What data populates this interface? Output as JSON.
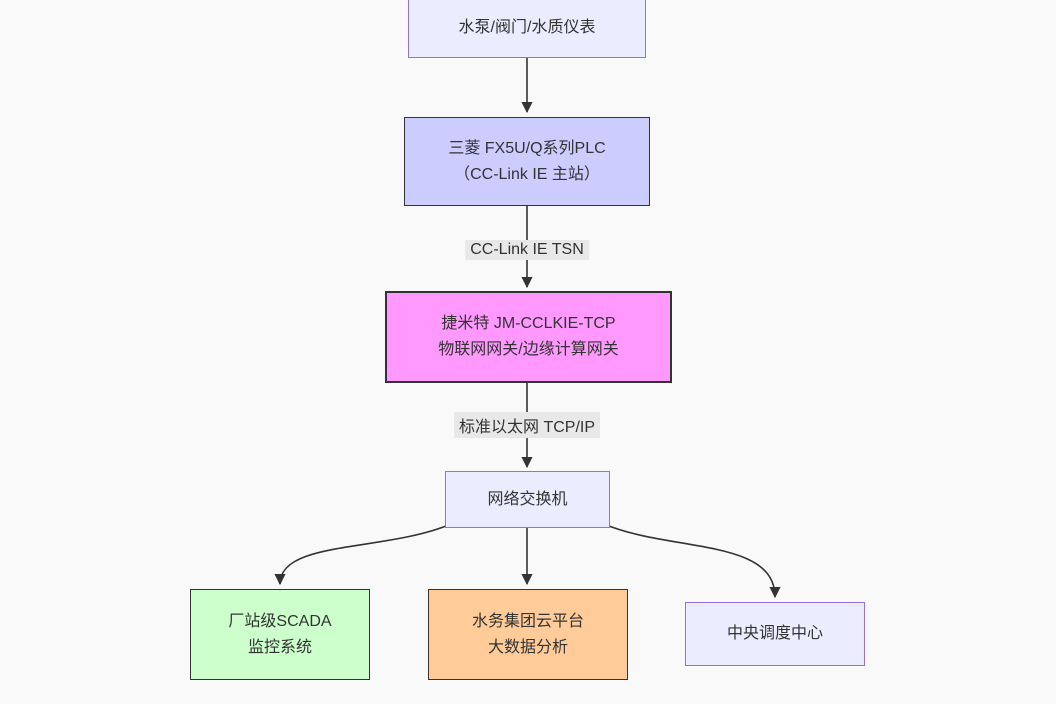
{
  "nodes": {
    "devices": {
      "line1": "水泵/阀门/水质仪表"
    },
    "plc": {
      "line1": "三菱 FX5U/Q系列PLC",
      "line2": "（CC-Link IE 主站）"
    },
    "gateway": {
      "line1": "捷米特 JM-CCLKIE-TCP",
      "line2": "物联网网关/边缘计算网关"
    },
    "switch": {
      "line1": "网络交换机"
    },
    "scada": {
      "line1": "厂站级SCADA",
      "line2": "监控系统"
    },
    "cloud": {
      "line1": "水务集团云平台",
      "line2": "大数据分析"
    },
    "dispatch": {
      "line1": "中央调度中心"
    }
  },
  "edge_labels": {
    "cclink": "CC-Link IE TSN",
    "ethernet": "标准以太网 TCP/IP"
  },
  "colors": {
    "background": "#f9f9f9",
    "default_node_fill": "#ECECFF",
    "default_node_stroke": "#9370DB",
    "plc_fill": "#ccccff",
    "gateway_fill": "#ff99ff",
    "scada_fill": "#ccffcc",
    "cloud_fill": "#ffcc99",
    "dark_stroke": "#333333",
    "edge_stroke": "#333333",
    "edge_label_bg": "#e8e8e8",
    "text": "#333333"
  }
}
